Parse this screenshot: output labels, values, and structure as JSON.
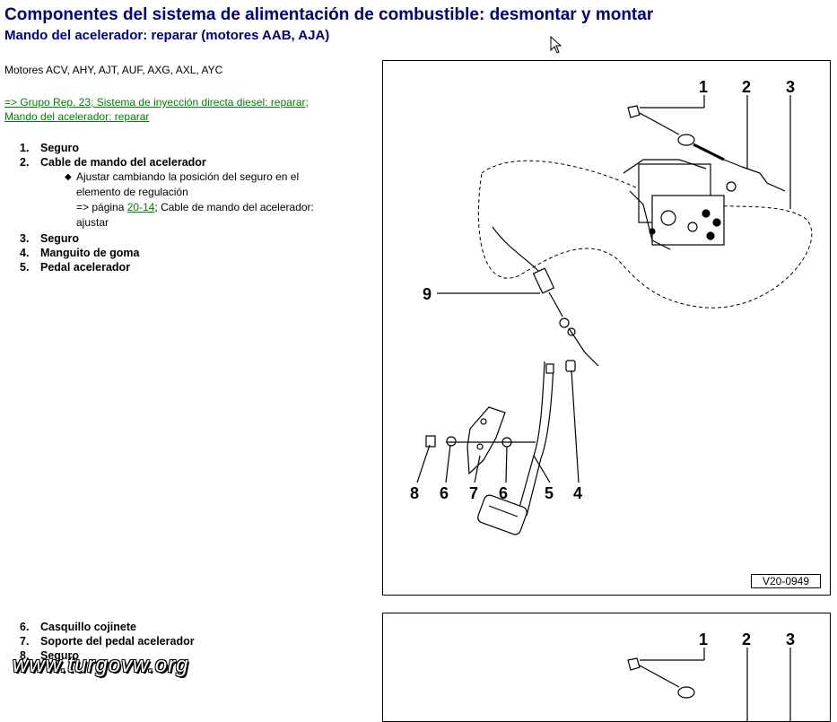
{
  "header": {
    "title": "Componentes del sistema de alimentación de combustible: desmontar y montar",
    "subtitle": "Mando del acelerador: reparar (motores AAB, AJA)"
  },
  "engines": "Motores ACV, AHY, AJT, AUF, AXG, AXL, AYC",
  "reference": {
    "line1": "=> Grupo Rep. 23; Sistema de inyección directa diesel: reparar;",
    "line2": "Mando del acelerador: reparar"
  },
  "items_top": [
    {
      "num": "1.",
      "label": "Seguro"
    },
    {
      "num": "2.",
      "label": "Cable de mando del acelerador"
    }
  ],
  "note": {
    "bullet": "◆",
    "text1": "Ajustar cambiando la posición del seguro en el",
    "text2": "elemento de regulación",
    "prefix": "=> página ",
    "page_link": "20-14",
    "text3": "; Cable de mando del acelerador:",
    "text4": "ajustar"
  },
  "items_mid": [
    {
      "num": "3.",
      "label": "Seguro"
    },
    {
      "num": "4.",
      "label": "Manguito de goma"
    },
    {
      "num": "5.",
      "label": "Pedal acelerador"
    }
  ],
  "items_bottom": [
    {
      "num": "6.",
      "label": "Casquillo cojinete"
    },
    {
      "num": "7.",
      "label": "Soporte del pedal acelerador"
    },
    {
      "num": "8.",
      "label": "Seguro"
    }
  ],
  "figure1": {
    "code": "V20-0949",
    "callouts": [
      "1",
      "2",
      "3",
      "9",
      "8",
      "6",
      "7",
      "6",
      "5",
      "4"
    ]
  },
  "figure2": {
    "callouts": [
      "1",
      "2",
      "3"
    ]
  },
  "watermark": "www.turgovw.org",
  "colors": {
    "heading": "#000080",
    "link": "#008000"
  }
}
